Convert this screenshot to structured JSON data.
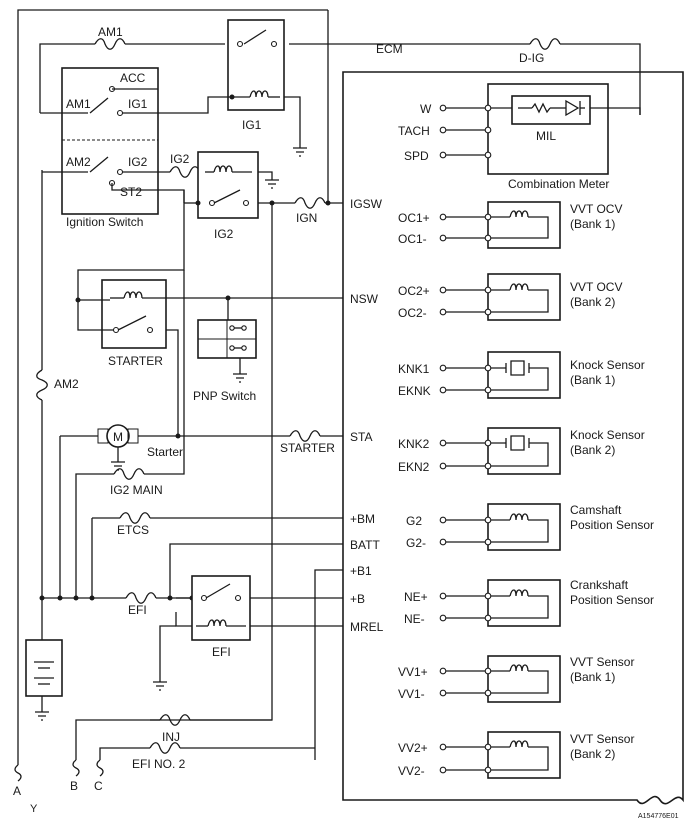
{
  "ecm": {
    "title": "ECM"
  },
  "pins_left": {
    "igsw": "IGSW",
    "nsw": "NSW",
    "sta": "STA",
    "bm": "+BM",
    "batt": "BATT",
    "b1": "+B1",
    "b": "+B",
    "mrel": "MREL"
  },
  "pins_right": {
    "w": "W",
    "tach": "TACH",
    "spd": "SPD",
    "oc1p": "OC1+",
    "oc1n": "OC1-",
    "oc2p": "OC2+",
    "oc2n": "OC2-",
    "knk1": "KNK1",
    "eknk": "EKNK",
    "knk2": "KNK2",
    "ekn2": "EKN2",
    "g2": "G2",
    "g2n": "G2-",
    "nep": "NE+",
    "nen": "NE-",
    "vv1p": "VV1+",
    "vv1n": "VV1-",
    "vv2p": "VV2+",
    "vv2n": "VV2-"
  },
  "components": {
    "ignition_switch": "Ignition Switch",
    "ig1_relay": "IG1",
    "ig2_relay": "IG2",
    "starter_relay": "STARTER",
    "pnp_switch": "PNP Switch",
    "starter_motor": "Starter",
    "motor_symbol": "M",
    "efi_relay": "EFI",
    "combination_meter": "Combination Meter",
    "mil": "MIL",
    "vvt_ocv_1": [
      "VVT OCV",
      "(Bank 1)"
    ],
    "vvt_ocv_2": [
      "VVT OCV",
      "(Bank 2)"
    ],
    "knock_1": [
      "Knock Sensor",
      "(Bank 1)"
    ],
    "knock_2": [
      "Knock Sensor",
      "(Bank 2)"
    ],
    "camshaft": [
      "Camshaft",
      "Position Sensor"
    ],
    "crankshaft": [
      "Crankshaft",
      "Position Sensor"
    ],
    "vvt_sensor_1": [
      "VVT Sensor",
      "(Bank 1)"
    ],
    "vvt_sensor_2": [
      "VVT Sensor",
      "(Bank 2)"
    ]
  },
  "switch_terminals": {
    "acc": "ACC",
    "am1": "AM1",
    "ig1": "IG1",
    "am2": "AM2",
    "ig2": "IG2",
    "st2": "ST2"
  },
  "fuses": {
    "am1": "AM1",
    "d_ig": "D-IG",
    "ig2": "IG2",
    "ign": "IGN",
    "am2": "AM2",
    "starter": "STARTER",
    "ig2_main": "IG2 MAIN",
    "etcs": "ETCS",
    "efi": "EFI",
    "inj": "INJ",
    "efi_no2": "EFI NO. 2"
  },
  "connectors": {
    "a": "A",
    "b": "B",
    "c": "C",
    "y": "Y"
  },
  "figure_code": "A154776E01"
}
